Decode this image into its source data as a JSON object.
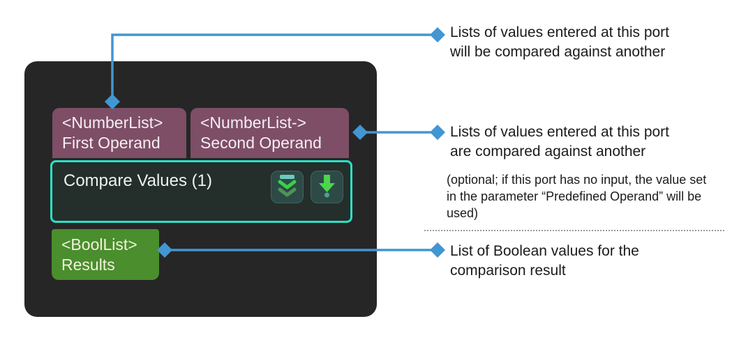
{
  "node": {
    "title": "Compare Values (1)",
    "input_ports": [
      {
        "type": "<NumberList>",
        "label": "First Operand"
      },
      {
        "type": "<NumberList->",
        "label": "Second Operand"
      }
    ],
    "output_ports": [
      {
        "type": "<BoolList>",
        "label": "Results"
      }
    ],
    "buttons": [
      {
        "icon": "double-chevron-down-icon"
      },
      {
        "icon": "arrow-down-icon"
      }
    ]
  },
  "annotations": [
    {
      "line1": "Lists of values entered at this port",
      "line2": "will be compared against another"
    },
    {
      "line1": "Lists of values entered at this port",
      "line2": "are compared against another",
      "note_line1": "(optional; if this port has no input, the value set",
      "note_line2": "in the parameter “Predefined Operand” will be",
      "note_line3": "used)"
    },
    {
      "line1": "List of Boolean values for the",
      "line2": "comparison result"
    }
  ],
  "colors": {
    "node_bg": "#262626",
    "input_port_bg": "#7d4e66",
    "output_port_bg": "#4a8e2d",
    "body_bg": "#242e2b",
    "body_border": "#2be0c3",
    "button_bg": "#2e4a46",
    "connector_blue": "#4296d2",
    "arrow_green": "#4cd64c",
    "dot_teal": "#4aa39b",
    "annotation_text": "#1b1b1b"
  }
}
